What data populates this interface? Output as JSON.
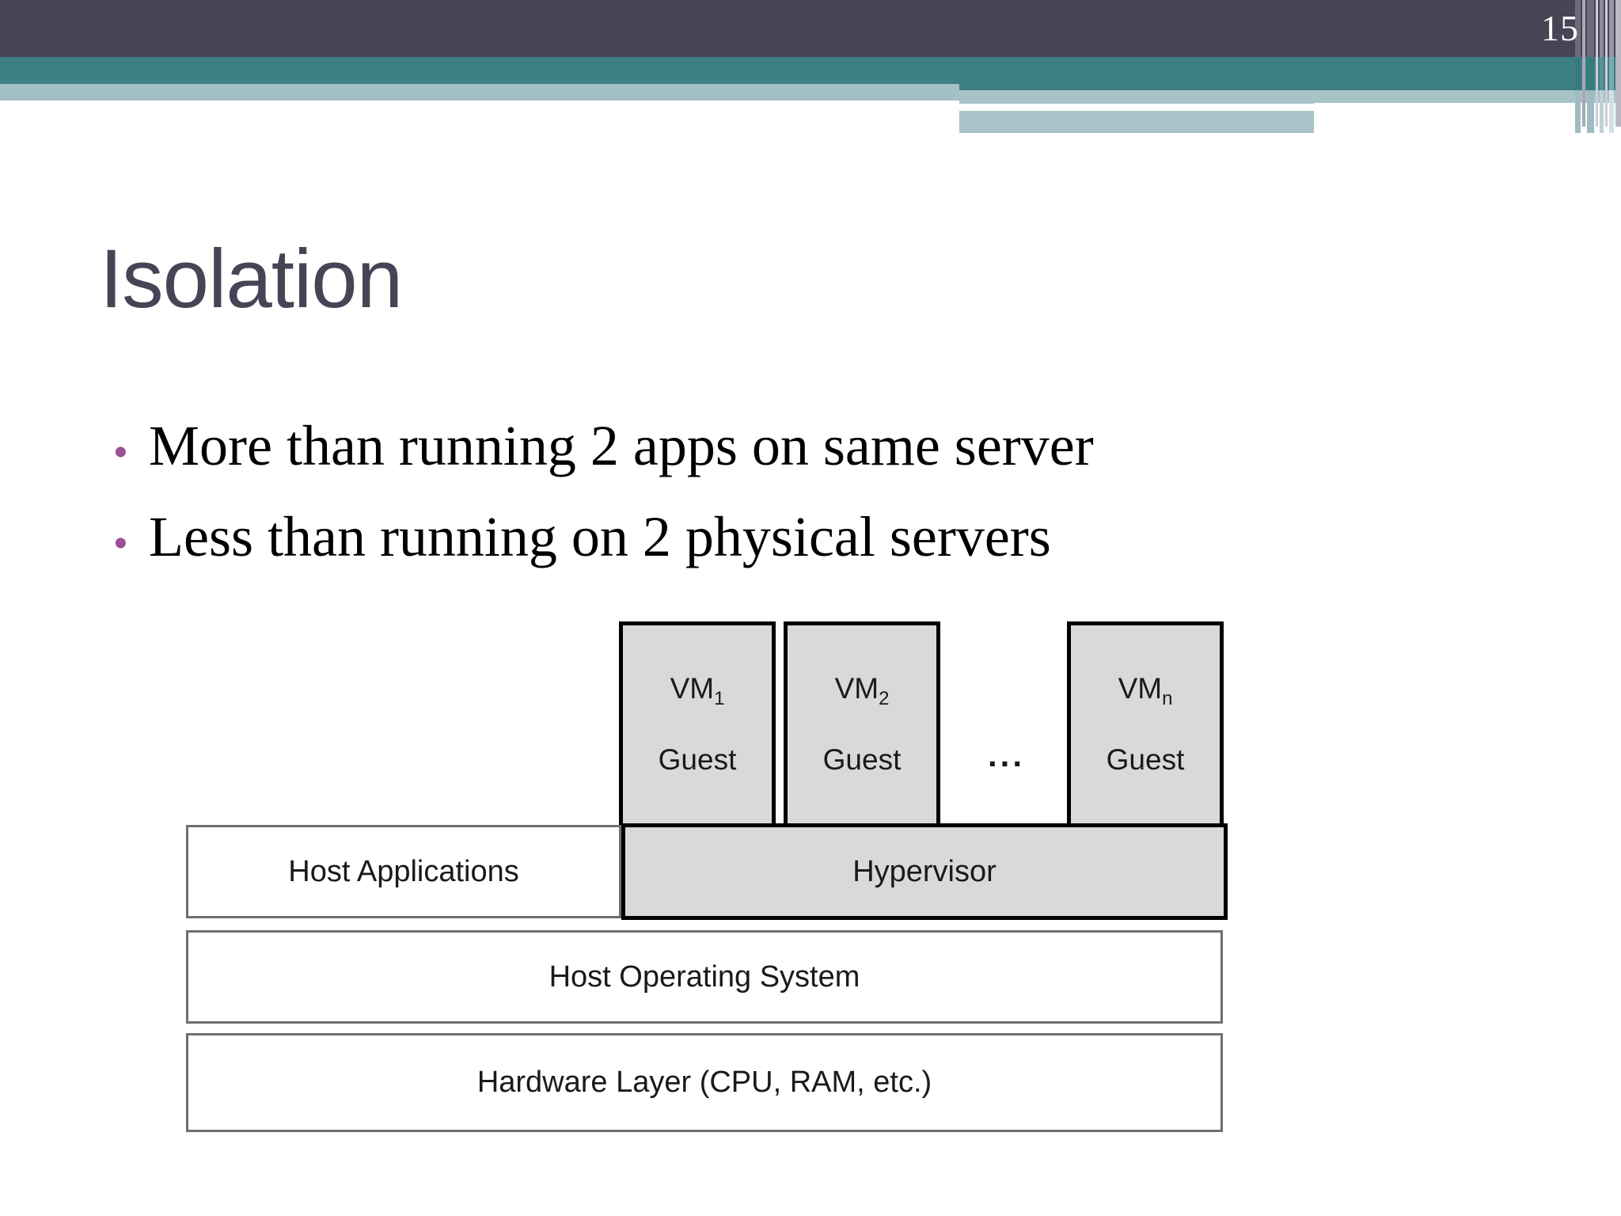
{
  "slide": {
    "page_number": "15",
    "title": "Isolation",
    "bullets": [
      {
        "marker": "•",
        "text": "More than running 2 apps on same server"
      },
      {
        "marker": "•",
        "text": "Less than running on 2 physical servers"
      }
    ]
  },
  "colors": {
    "header_dark": "#464455",
    "header_teal": "#3E7E85",
    "header_light_blue": "#A2C0C6",
    "bullet_marker": "#9B4F96",
    "title_text": "#464455",
    "box_fill_gray": "#D9D9D9",
    "box_border_black": "#000000",
    "box_border_gray": "#6E6E74"
  },
  "diagram": {
    "name": "virtualization-stack-diagram",
    "vms": [
      {
        "id": "vm1",
        "label": "VM",
        "subscript": "1",
        "sublabel": "Guest"
      },
      {
        "id": "vm2",
        "label": "VM",
        "subscript": "2",
        "sublabel": "Guest"
      },
      {
        "id": "vmn",
        "label": "VM",
        "subscript": "n",
        "sublabel": "Guest"
      }
    ],
    "ellipsis": "...",
    "layers": [
      {
        "id": "host-applications",
        "label": "Host Applications",
        "filled": false
      },
      {
        "id": "hypervisor",
        "label": "Hypervisor",
        "filled": true
      },
      {
        "id": "host-operating-system",
        "label": "Host Operating System",
        "filled": false
      },
      {
        "id": "hardware-layer",
        "label": "Hardware Layer (CPU, RAM, etc.)",
        "filled": false
      }
    ]
  }
}
